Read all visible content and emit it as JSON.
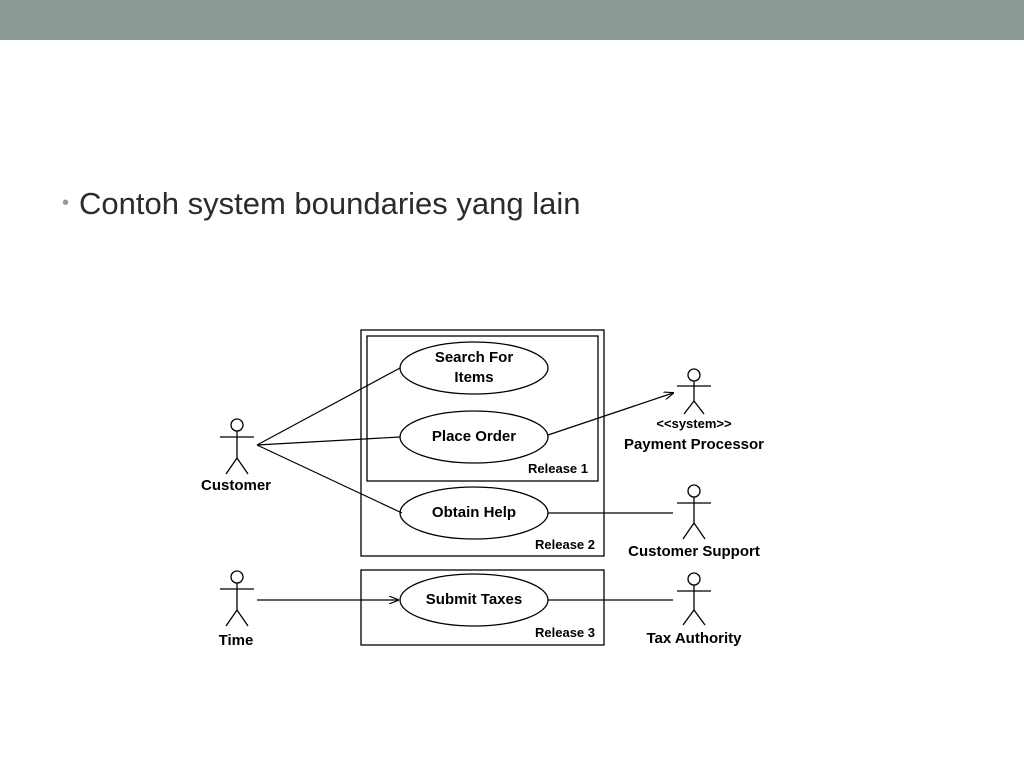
{
  "slide": {
    "bullet_text": "Contoh system boundaries yang lain"
  },
  "diagram": {
    "use_cases": {
      "search_line1": "Search For",
      "search_line2": "Items",
      "place_order": "Place Order",
      "obtain_help": "Obtain Help",
      "submit_taxes": "Submit Taxes"
    },
    "boundaries": {
      "release1": "Release 1",
      "release2": "Release 2",
      "release3": "Release 3"
    },
    "actors": {
      "customer": "Customer",
      "time": "Time",
      "payment_stereotype": "<<system>>",
      "payment_name": "Payment Processor",
      "customer_support": "Customer Support",
      "tax_authority": "Tax Authority"
    }
  },
  "colors": {
    "top_bar": "#8c9c95",
    "text": "#2b2b2b"
  }
}
